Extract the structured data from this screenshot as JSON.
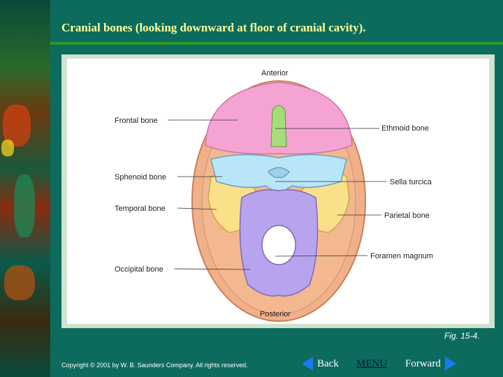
{
  "title": "Cranial bones (looking downward at floor of cranial cavity).",
  "figure": {
    "labels": {
      "anterior": "Anterior",
      "posterior": "Posterior",
      "frontal": "Frontal bone",
      "sphenoid": "Sphenoid bone",
      "temporal": "Temporal bone",
      "occipital": "Occipital bone",
      "ethmoid": "Ethmoid bone",
      "sella": "Sella turcica",
      "parietal": "Parietal bone",
      "foramen": "Foramen magnum"
    },
    "colors": {
      "frontal": "#f5a3d3",
      "parietal_rim": "#f0b08a",
      "sphenoid": "#b8e6f8",
      "temporal": "#fbe08a",
      "occipital": "#b8a3ee",
      "ethmoid": "#a8dc7a"
    }
  },
  "caption": "Fig. 15-4.",
  "copyright": "Copyright © 2001 by W. B. Saunders Company. All rights reserved.",
  "nav": {
    "back": "Back",
    "menu": "MENU",
    "forward": "Forward"
  }
}
